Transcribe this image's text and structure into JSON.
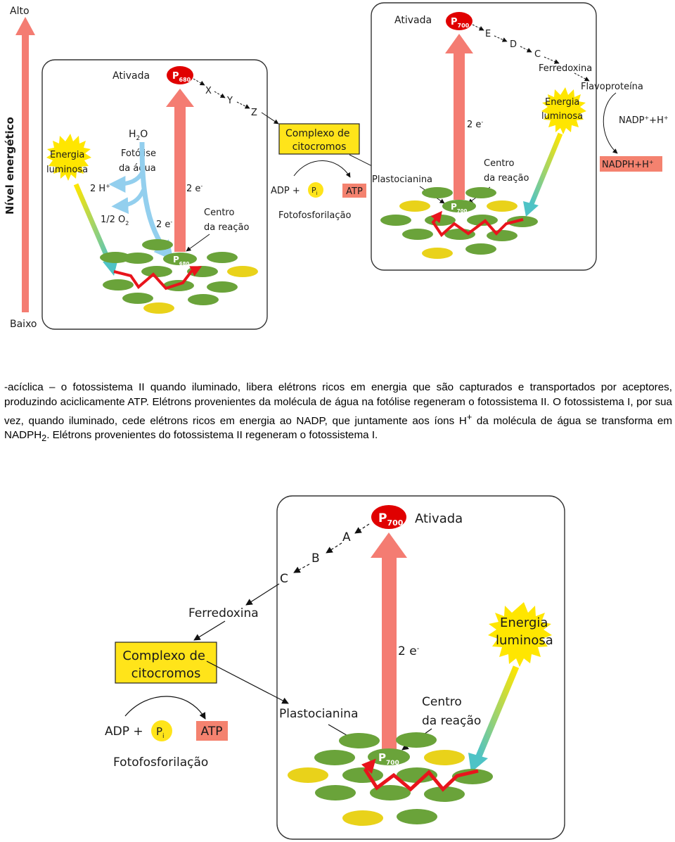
{
  "diagram_top": {
    "axis": {
      "title": "Nível energético",
      "high": "Alto",
      "low": "Baixo"
    },
    "ps2": {
      "activated": "Ativada",
      "p680": {
        "base": "P",
        "sub": "680"
      },
      "carriers": [
        "X",
        "Y",
        "Z"
      ],
      "water": {
        "h": "H",
        "sub": "2",
        "o": "O"
      },
      "photolysis": [
        "Fotólise",
        "da água"
      ],
      "h_plus": {
        "base": "2 H",
        "sup": "+"
      },
      "o2": {
        "base": "1/2 O",
        "sub": "2"
      },
      "light": [
        "Energia",
        "luminosa"
      ],
      "electrons": {
        "base": "2 e",
        "sup": "-"
      },
      "center": [
        "Centro",
        "da reação"
      ]
    },
    "cytochrome": [
      "Complexo de",
      "citocromos"
    ],
    "phosphorylation": {
      "adp": "ADP +",
      "pi": {
        "base": "P",
        "sub": "i"
      },
      "atp": "ATP",
      "label": "Fotofosforilação"
    },
    "ps1": {
      "activated": "Ativada",
      "p700": {
        "base": "P",
        "sub": "700"
      },
      "carriers": [
        "E",
        "D",
        "C"
      ],
      "ferredoxin": "Ferredoxina",
      "flavoprotein": "Flavoproteína",
      "light": [
        "Energia",
        "luminosa"
      ],
      "nadp": {
        "a": "NADP",
        "b": "+H",
        "sup": "+"
      },
      "nadph": {
        "base": "NADPH+H",
        "sup": "+"
      },
      "electrons": {
        "base": "2 e",
        "sup": "-"
      },
      "plastocyanin": "Plastocianina",
      "center": [
        "Centro",
        "da reação"
      ]
    }
  },
  "paragraph": {
    "s1": "-acíclica – o fotossistema II quando iluminado, libera elétrons ricos em energia que são capturados e transportados por aceptores, produzindo aciclicamente ATP. Elétrons provenientes da molécula de água na fotólise regeneram o fotossistema II. O fotossistema I, por sua vez, quando iluminado, cede elétrons ricos em energia ao NADP, que juntamente aos íons H",
    "sup_plus": "+",
    "s2": " da molécula de água se transforma em NADPH",
    "sub_2": "2",
    "s3": ". Elétrons provenientes do fotossistema II regeneram o fotossistema I."
  },
  "diagram_bottom": {
    "activated": "Ativada",
    "p700": {
      "base": "P",
      "sub": "700"
    },
    "carriers": [
      "A",
      "B",
      "C"
    ],
    "ferredoxin": "Ferredoxina",
    "cytochrome": [
      "Complexo de",
      "citocromos"
    ],
    "phosphorylation": {
      "adp": "ADP +",
      "pi": {
        "base": "P",
        "sub": "i"
      },
      "atp": "ATP",
      "label": "Fotofosforilação"
    },
    "electrons": {
      "base": "2 e",
      "sup": "-"
    },
    "light": [
      "Energia",
      "luminosa"
    ],
    "plastocyanin": "Plastocianina",
    "center": [
      "Centro",
      "da reação"
    ]
  },
  "colors": {
    "energy_arrow": "#f47c72",
    "chlorophyll_green": "#6aa33a",
    "carotenoid_yellow": "#e9d21a",
    "electron_path": "#e8141c",
    "water_arrow": "#93cfee",
    "sun": "#ffe600",
    "cytochrome_box": "#ffe41a",
    "atp_box": "#f4826f",
    "reaction_center_badge": "#e00000"
  }
}
